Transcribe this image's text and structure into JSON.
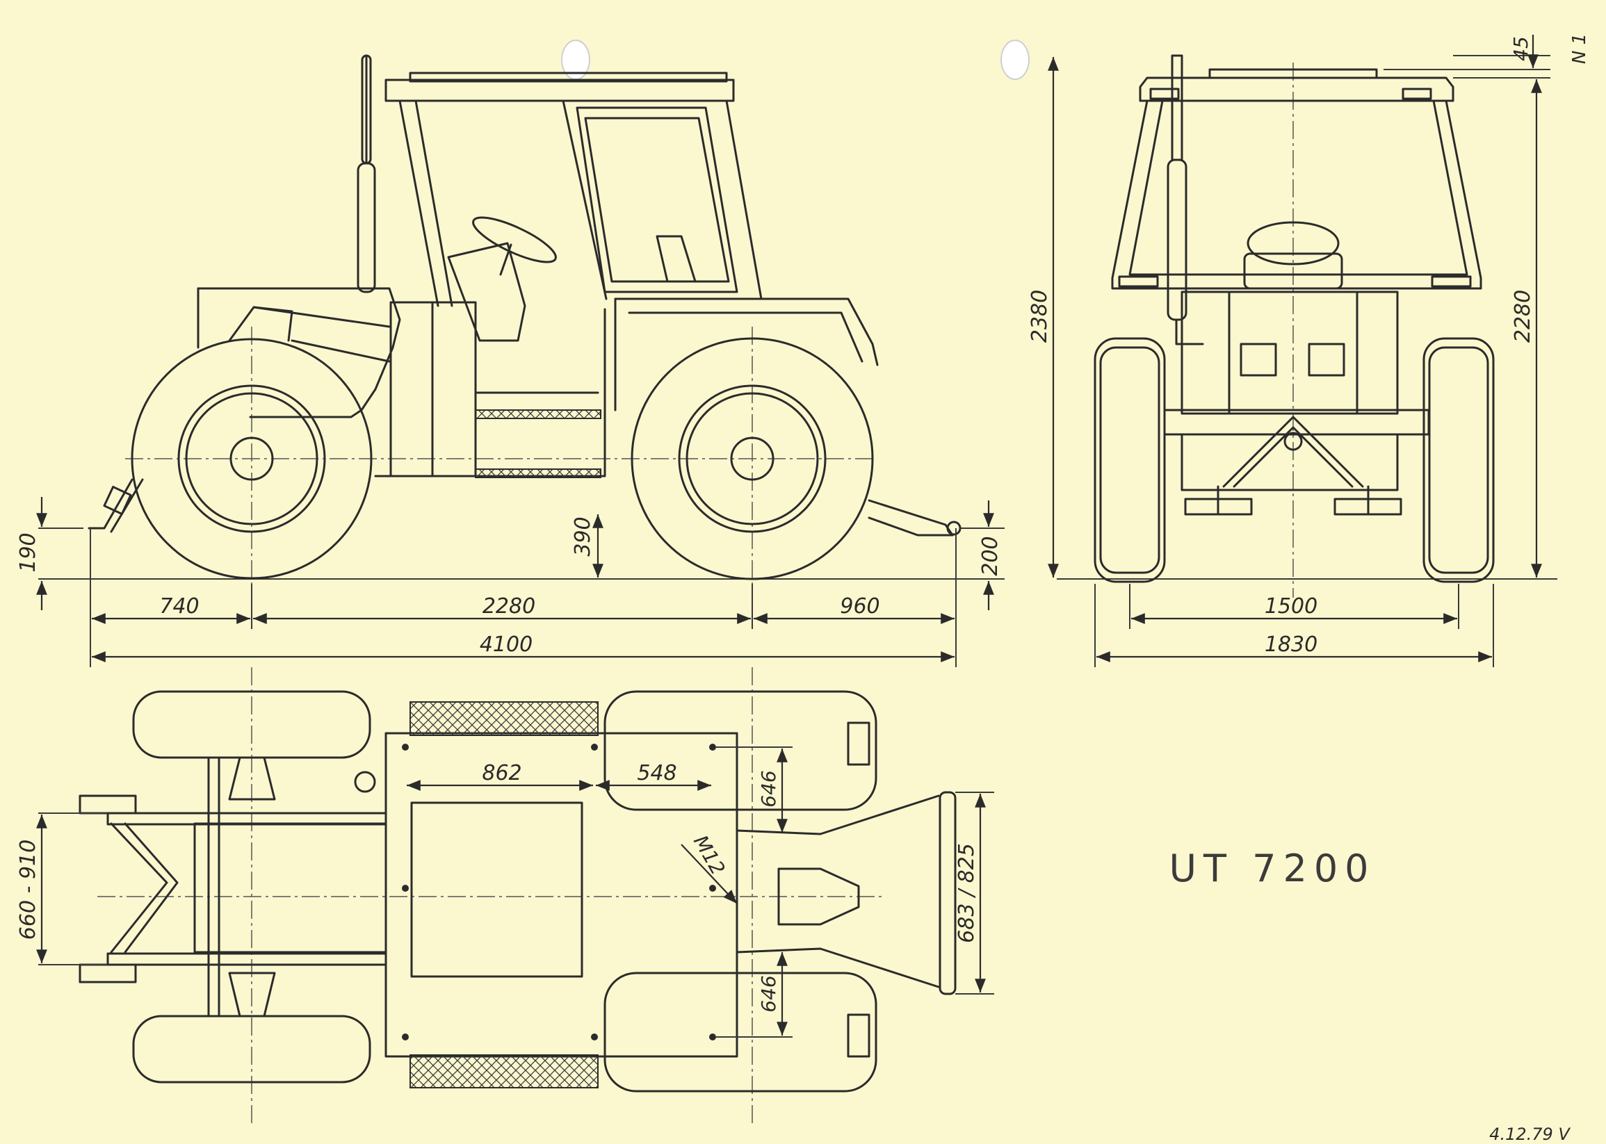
{
  "drawing": {
    "title": "UT 7200",
    "corner_mark": "N 1",
    "bottom_note": "4.12.79 V"
  },
  "side_view": {
    "dims": {
      "front_overhang": "740",
      "wheelbase": "2280",
      "rear_overhang": "960",
      "overall_length": "4100",
      "front_hitch_height": "190",
      "ground_clearance": "390",
      "rear_hitch_height": "200"
    }
  },
  "rear_view": {
    "dims": {
      "roof_extra": "45",
      "overall_height": "2380",
      "cab_height": "2280",
      "track_width": "1500",
      "overall_width": "1830"
    }
  },
  "top_view": {
    "dims": {
      "front_axle_range": "660 - 910",
      "bolt_span_a": "862",
      "bolt_span_b": "548",
      "bolt_offset_top": "646",
      "bolt_offset_bottom": "646",
      "bolt_thread": "M12",
      "drawbar_range": "683 / 825"
    }
  }
}
